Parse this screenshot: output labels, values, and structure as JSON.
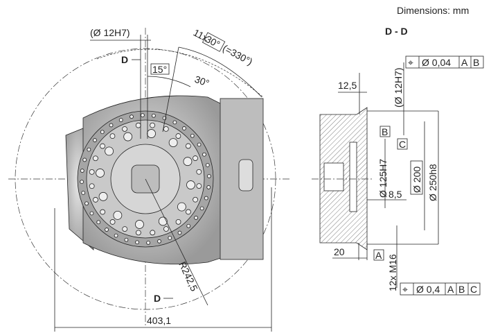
{
  "header": {
    "units": "Dimensions: mm",
    "section_title": "D - D"
  },
  "front_view": {
    "bore_label": "(Ø 12H7)",
    "section_marker_top": "D",
    "section_marker_bottom": "D",
    "angle_15": "15°",
    "angle_30": "30°",
    "pattern_prefix": "11x",
    "pattern_angle": "30°",
    "pattern_total": "(=330°)",
    "radius": "R242,5",
    "width": "403,1"
  },
  "section_view": {
    "dim_12_5": "12,5",
    "bore_label": "(Ø 12H7)",
    "tol_top": {
      "symbol": "⌖",
      "value": "Ø 0,04",
      "datums": [
        "A",
        "B"
      ]
    },
    "datum_b": "B",
    "datum_c": "C",
    "dia_125": "Ø 125H7",
    "dia_200": "Ø 200",
    "dia_250": "Ø 250h8",
    "dim_8_5": "8,5",
    "dim_20": "20",
    "datum_a": "A",
    "thread": "12x M16",
    "tol_bottom": {
      "symbol": "⌖",
      "value": "Ø 0,4",
      "datums": [
        "A",
        "B",
        "C"
      ]
    }
  }
}
